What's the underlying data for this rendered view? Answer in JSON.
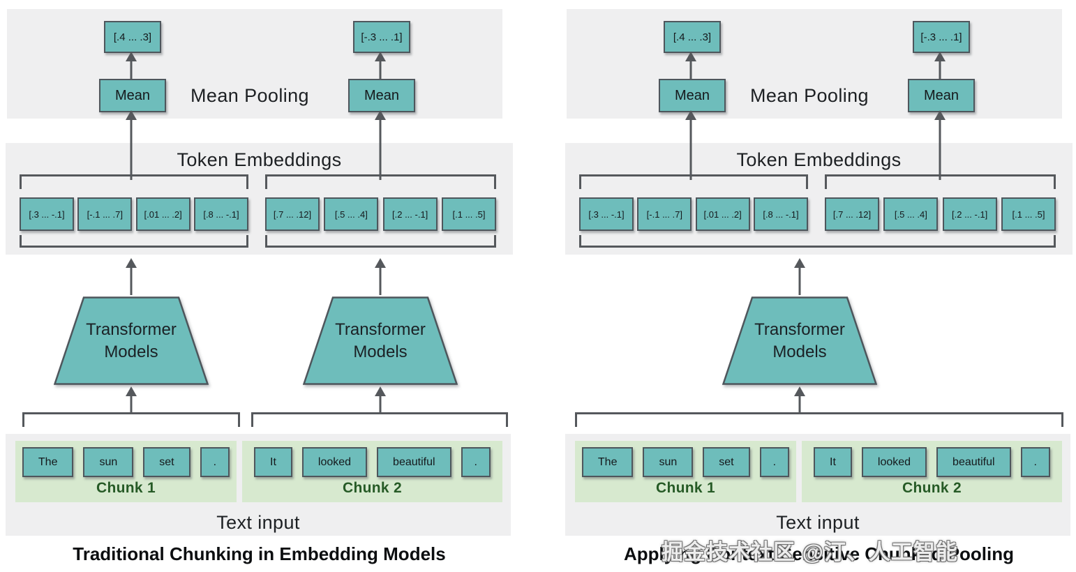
{
  "colors": {
    "box_teal": "#6ebdbb",
    "panel_gray": "#efeff0",
    "chunk_green_bg": "#d7e9cf",
    "chunk_label_green": "#265a26",
    "line_gray": "#55585c"
  },
  "watermark": "掘金技术社区 @汀、人工智能",
  "diagrams": [
    {
      "title": "Traditional Chunking in Embedding Models",
      "pooling": {
        "label": "Mean Pooling",
        "mean_label": "Mean",
        "outputs": [
          "[.4 ... .3]",
          "[-.3 ... .1]"
        ]
      },
      "token_embeddings": {
        "label": "Token Embeddings",
        "groups": [
          [
            "[.3 ... -.1]",
            "[-.1 ... .7]",
            "[.01 ... .2]",
            "[.8 ... -.1]"
          ],
          [
            "[.7 ... .12]",
            "[.5 ... .4]",
            "[.2 ... -.1]",
            "[.1 ... .5]"
          ]
        ]
      },
      "transformers": [
        "Transformer Models",
        "Transformer Models"
      ],
      "text_input": {
        "label": "Text input",
        "chunks": [
          {
            "label": "Chunk 1",
            "words": [
              "The",
              "sun",
              "set",
              "."
            ]
          },
          {
            "label": "Chunk 2",
            "words": [
              "It",
              "looked",
              "beautiful",
              "."
            ]
          }
        ]
      }
    },
    {
      "title": "Applying Context-Sensitive Chunked Pooling",
      "pooling": {
        "label": "Mean Pooling",
        "mean_label": "Mean",
        "outputs": [
          "[.4 ... .3]",
          "[-.3 ... .1]"
        ]
      },
      "token_embeddings": {
        "label": "Token Embeddings",
        "groups": [
          [
            "[.3 ... -.1]",
            "[-.1 ... .7]",
            "[.01 ... .2]",
            "[.8 ... -.1]"
          ],
          [
            "[.7 ... .12]",
            "[.5 ... .4]",
            "[.2 ... -.1]",
            "[.1 ... .5]"
          ]
        ]
      },
      "transformers": [
        "Transformer Models"
      ],
      "text_input": {
        "label": "Text input",
        "chunks": [
          {
            "label": "Chunk 1",
            "words": [
              "The",
              "sun",
              "set",
              "."
            ]
          },
          {
            "label": "Chunk 2",
            "words": [
              "It",
              "looked",
              "beautiful",
              "."
            ]
          }
        ]
      }
    }
  ]
}
